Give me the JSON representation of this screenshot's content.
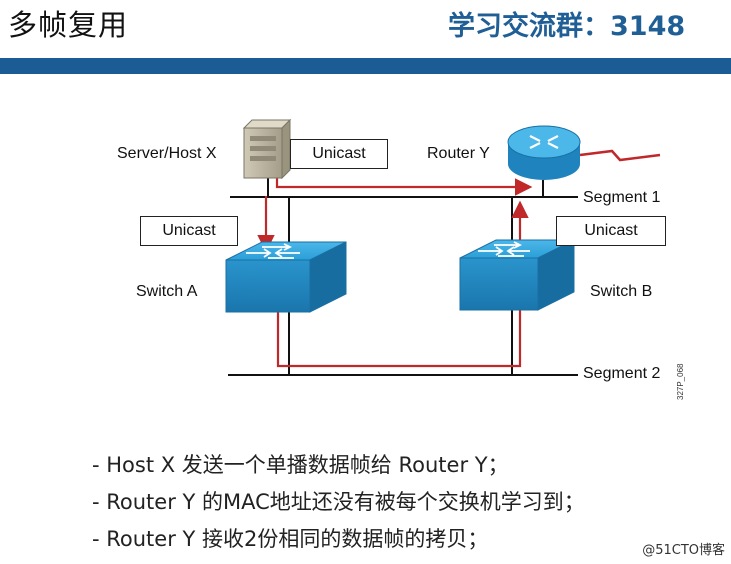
{
  "header": {
    "title": "多帧复用",
    "group_label": "学习交流群：3148"
  },
  "diagram": {
    "server_label": "Server/Host X",
    "router_label": "Router Y",
    "switch_a_label": "Switch A",
    "switch_b_label": "Switch B",
    "segment1_label": "Segment 1",
    "segment2_label": "Segment 2",
    "unicast_top": "Unicast",
    "unicast_left": "Unicast",
    "unicast_right": "Unicast",
    "figure_code": "327P_068",
    "colors": {
      "link": "#111111",
      "frame_path": "#c0282a",
      "switch": "#2a9fd8",
      "router": "#2a9fd8"
    }
  },
  "bullets": [
    "- Host X 发送一个单播数据帧给 Router Y；",
    "- Router Y 的MAC地址还没有被每个交换机学习到；",
    "- Router Y 接收2份相同的数据帧的拷贝；"
  ],
  "watermark": "@51CTO博客"
}
